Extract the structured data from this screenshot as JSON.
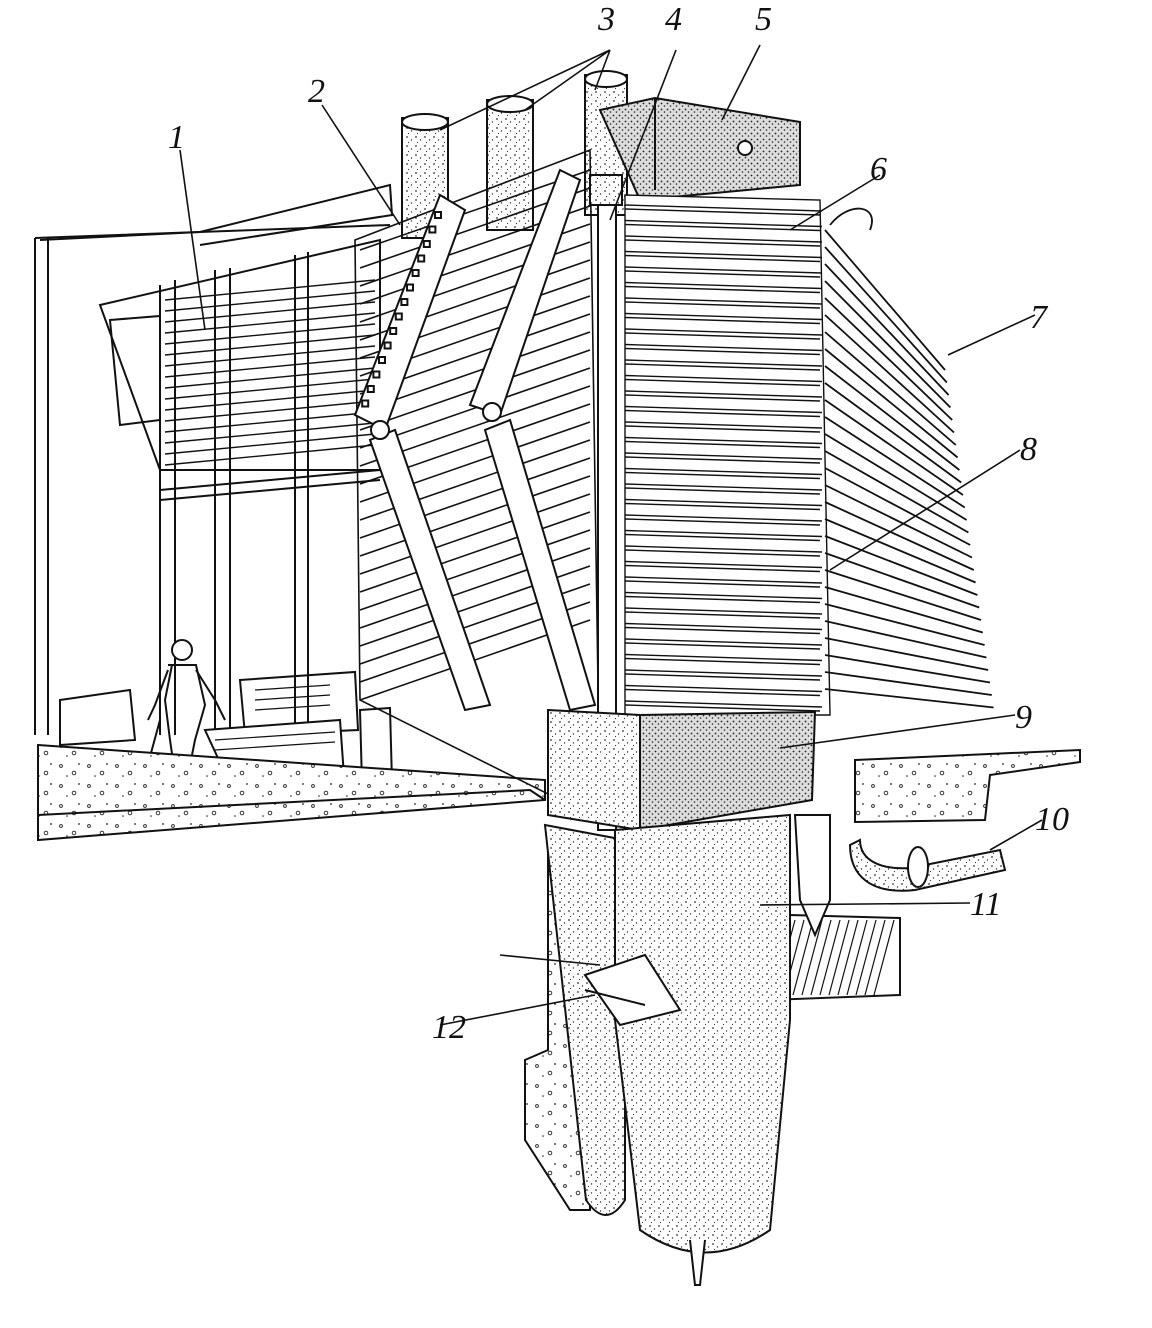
{
  "figure": {
    "colors": {
      "ink": "#111111",
      "paper": "#ffffff",
      "stipple": "#555555"
    },
    "callouts": [
      {
        "id": "c1",
        "text": "1"
      },
      {
        "id": "c2",
        "text": "2"
      },
      {
        "id": "c3",
        "text": "3"
      },
      {
        "id": "c4",
        "text": "4"
      },
      {
        "id": "c5",
        "text": "5"
      },
      {
        "id": "c6",
        "text": "6"
      },
      {
        "id": "c7",
        "text": "7"
      },
      {
        "id": "c8",
        "text": "8"
      },
      {
        "id": "c9",
        "text": "9"
      },
      {
        "id": "c10",
        "text": "10"
      },
      {
        "id": "c11",
        "text": "11"
      },
      {
        "id": "c12",
        "text": "12"
      }
    ]
  }
}
